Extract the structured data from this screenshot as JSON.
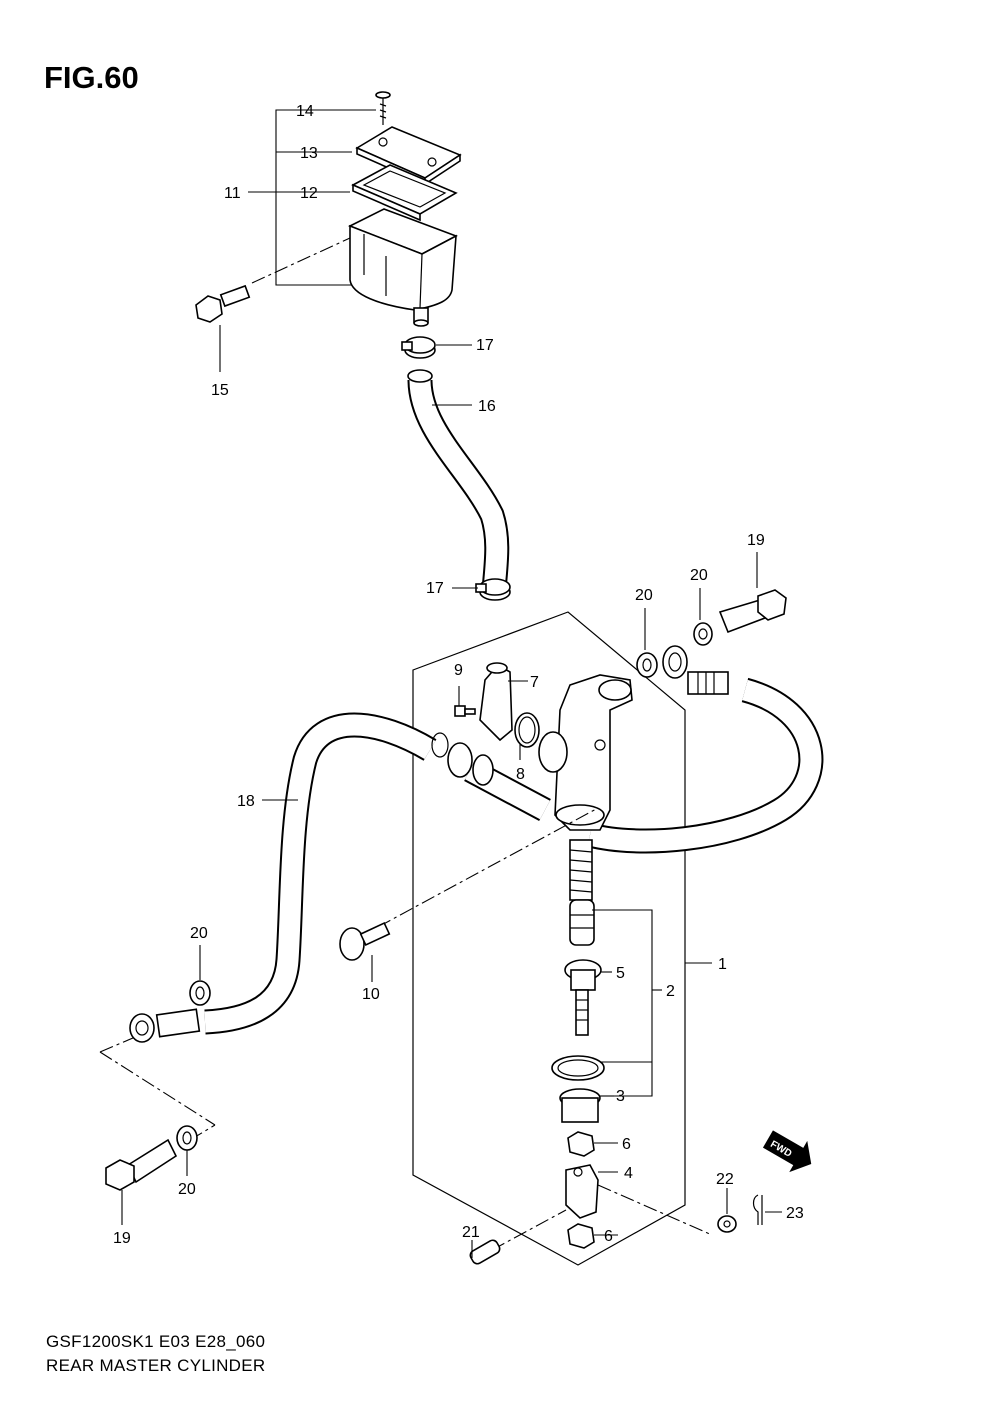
{
  "figure": {
    "title": "FIG.60"
  },
  "footer": {
    "model_code": "GSF1200SK1 E03 E28_060",
    "caption": "REAR MASTER CYLINDER"
  },
  "direction_badge": "FWD",
  "callouts": {
    "c1": "1",
    "c2": "2",
    "c3": "3",
    "c4": "4",
    "c5": "5",
    "c6a": "6",
    "c6b": "6",
    "c7": "7",
    "c8": "8",
    "c9": "9",
    "c10": "10",
    "c11": "11",
    "c12": "12",
    "c13": "13",
    "c14": "14",
    "c15": "15",
    "c16": "16",
    "c17a": "17",
    "c17b": "17",
    "c18": "18",
    "c19a": "19",
    "c19b": "19",
    "c20a": "20",
    "c20b": "20",
    "c20c": "20",
    "c20d": "20",
    "c21": "21",
    "c22": "22",
    "c23": "23"
  }
}
